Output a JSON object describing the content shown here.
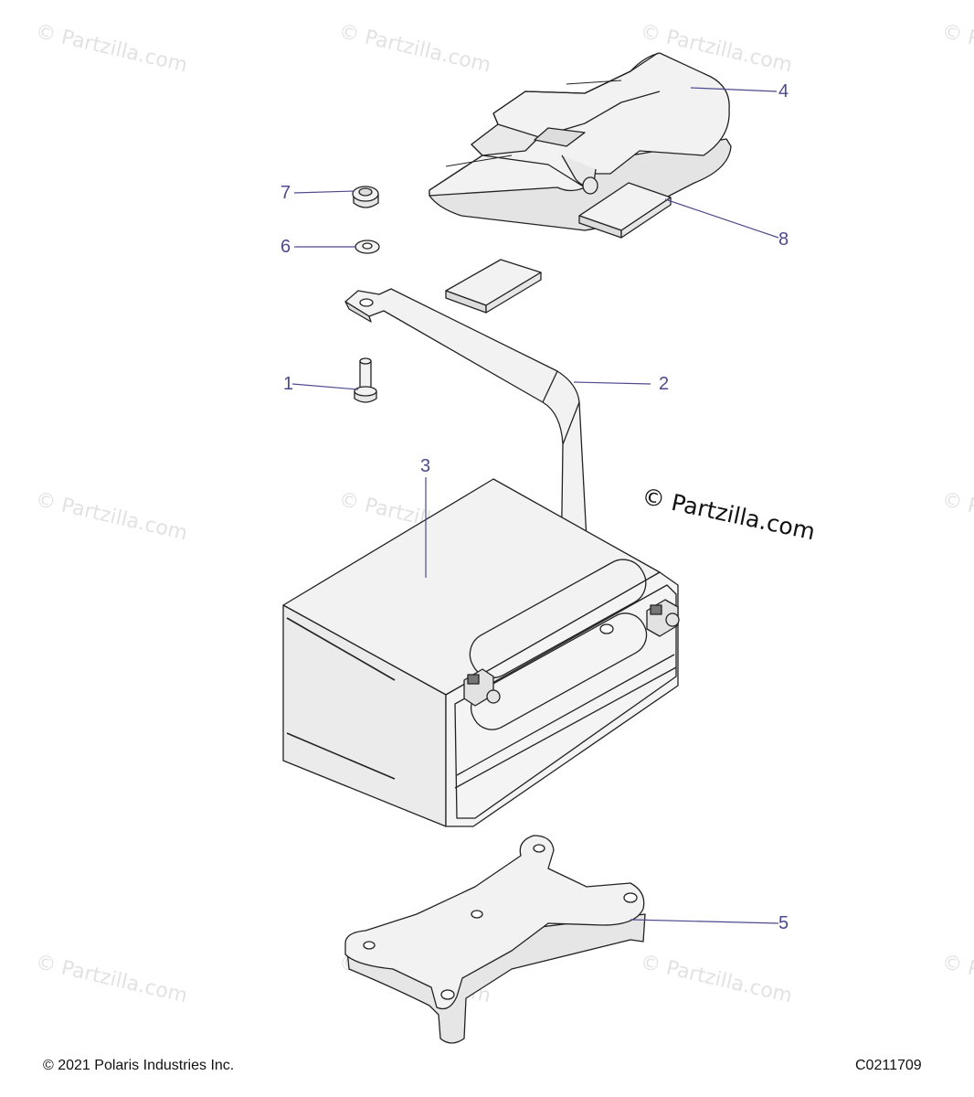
{
  "watermark_text": "© Partzilla.com",
  "main_watermark": "© Partzilla.com",
  "callouts": [
    "1",
    "2",
    "3",
    "4",
    "5",
    "6",
    "7",
    "8"
  ],
  "footer": {
    "copyright": "© 2021 Polaris Industries Inc.",
    "code": "C0211709"
  },
  "colors": {
    "callout": "#4b4a8c",
    "part_fill": "#f2f2f2",
    "outline": "#222222"
  }
}
